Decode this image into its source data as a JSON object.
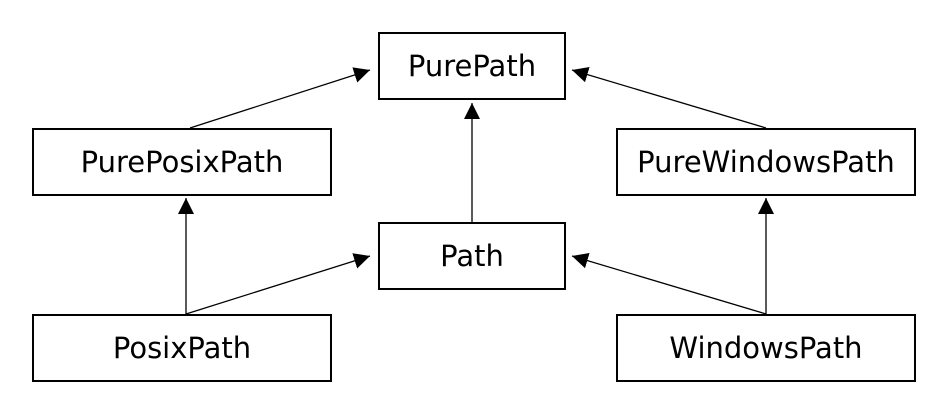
{
  "diagram": {
    "nodes": {
      "pure_path": "PurePath",
      "pure_posix_path": "PurePosixPath",
      "pure_windows_path": "PureWindowsPath",
      "path": "Path",
      "posix_path": "PosixPath",
      "windows_path": "WindowsPath"
    },
    "edges": [
      {
        "from": "PurePosixPath",
        "to": "PurePath"
      },
      {
        "from": "PureWindowsPath",
        "to": "PurePath"
      },
      {
        "from": "Path",
        "to": "PurePath"
      },
      {
        "from": "PosixPath",
        "to": "PurePosixPath"
      },
      {
        "from": "PosixPath",
        "to": "Path"
      },
      {
        "from": "WindowsPath",
        "to": "Path"
      },
      {
        "from": "WindowsPath",
        "to": "PureWindowsPath"
      }
    ],
    "colors": {
      "line": "#000000",
      "box_border": "#000000",
      "background": "#ffffff"
    }
  }
}
